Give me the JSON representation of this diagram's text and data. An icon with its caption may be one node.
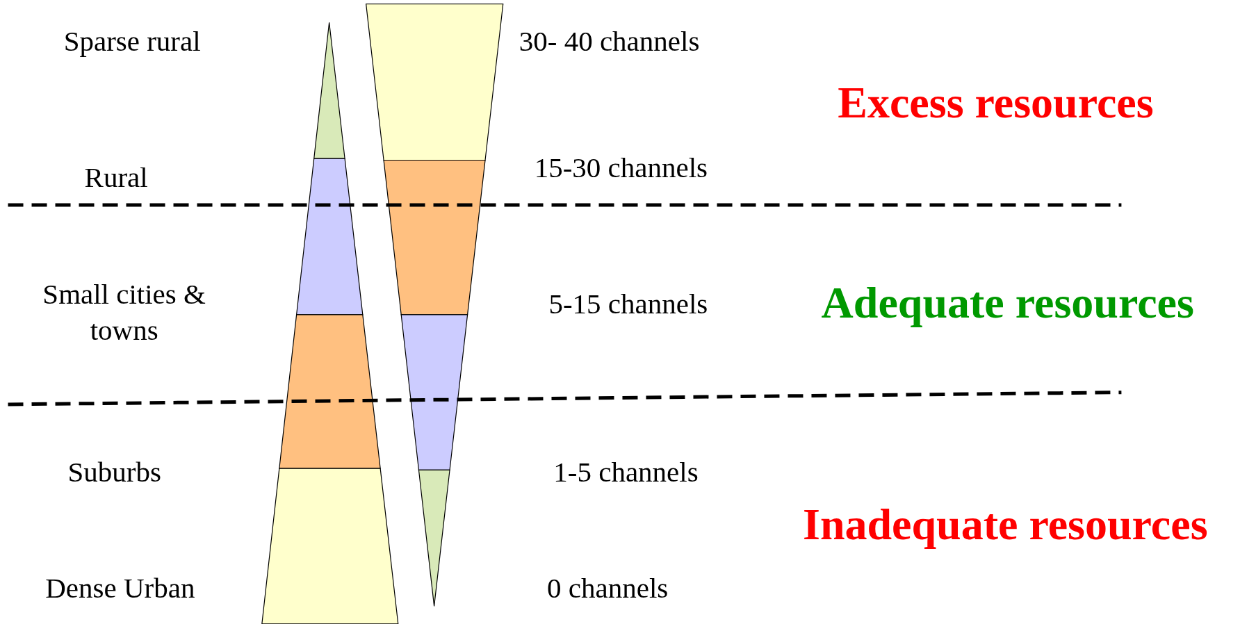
{
  "diagram": {
    "labels": [
      "Sparse rural",
      "30- 40 channels",
      "Excess resources",
      "Rural",
      "15-30 channels",
      "Small cities & towns",
      "5-15 channels",
      "Adequate resources",
      "Suburbs",
      "1-5 channels",
      "Inadequate resources",
      "Dense Urban",
      "0 channels"
    ]
  }
}
